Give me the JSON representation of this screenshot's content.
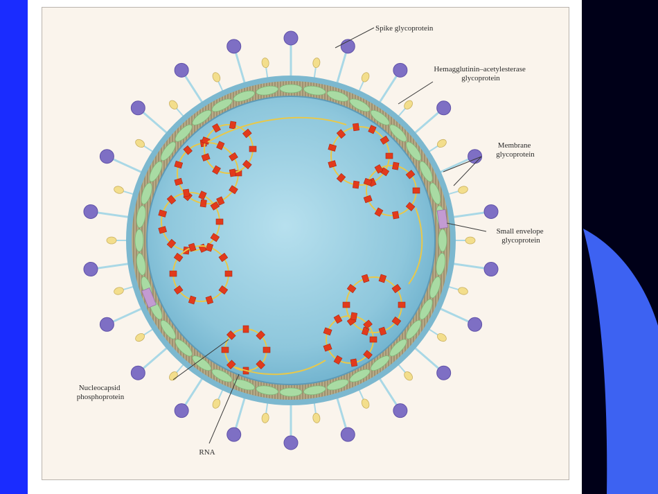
{
  "colors": {
    "slide_blue": "#1a2cff",
    "slide_blue_light": "#3d62f2",
    "slide_navy": "#000018",
    "card_bg": "#faf4ec",
    "interior": "#8ec7dc",
    "membrane": "#b7ab88",
    "envelope_ring": "#7cb8cf",
    "spike_stalk": "#a9d8e6",
    "spike_head": "#7e6fc4",
    "he_head": "#f3de8c",
    "membrane_protein": "#a9dba3",
    "small_envelope": "#c39bd2",
    "nucleocapsid": "#e23a1c",
    "rna_strand": "#e8c84a"
  },
  "icons": {
    "spike": "purple-ball-on-stalk",
    "hemagglutinin": "yellow-oval-on-stalk",
    "membrane_protein": "green-bean",
    "small_envelope": "lilac-block",
    "nucleocapsid": "red-square-bead"
  },
  "labels": {
    "spike": [
      "Spike glycoprotein"
    ],
    "hemagglutinin": [
      "Hemagglutinin–acetylesterase",
      "glycoprotein"
    ],
    "membrane": [
      "Membrane",
      "glycoprotein"
    ],
    "small_envelope": [
      "Small envelope",
      "glycoprotein"
    ],
    "nucleocapsid": [
      "Nucleocapsid",
      "phosphoprotein"
    ],
    "rna": [
      "RNA"
    ]
  }
}
